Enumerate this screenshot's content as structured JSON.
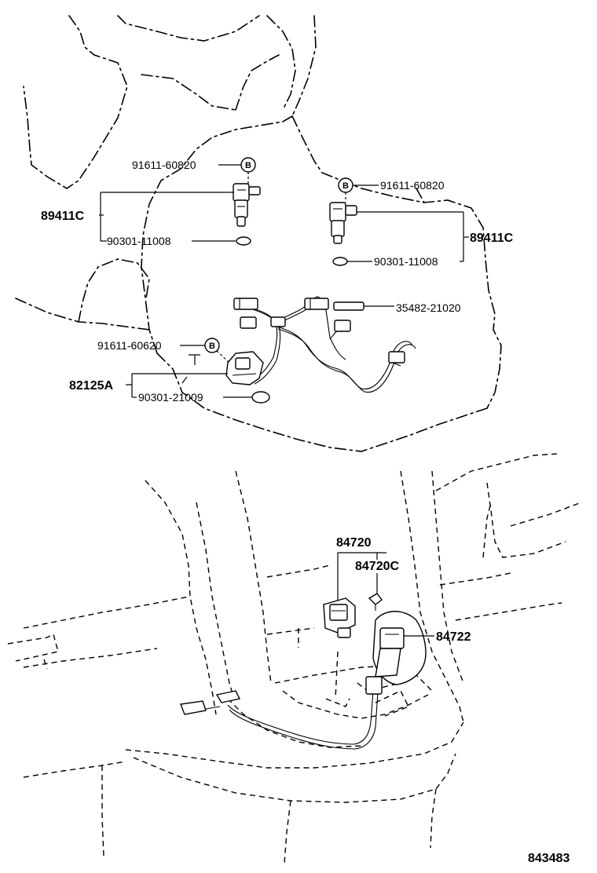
{
  "labels": {
    "bolt_top_left": "91611-60820",
    "bolt_top_right": "91611-60820",
    "sensor_left": "89411C",
    "sensor_right": "89411C",
    "oring_left": "90301-11008",
    "oring_right": "90301-11008",
    "harness": "35482-21020",
    "bolt_lower": "91611-60620",
    "sensor_lower": "82125A",
    "oring_lower": "90301-21009",
    "relay": "84720",
    "relay_c": "84720C",
    "switch": "84722",
    "marker_b": "B"
  },
  "figure_id": "843483",
  "icons": {
    "speed_sensor_left": "speed-sensor-icon",
    "speed_sensor_right": "speed-sensor-icon",
    "wire_harness": "wire-harness-icon",
    "neutral_start_switch": "switch-icon",
    "relay_unit": "relay-icon"
  }
}
